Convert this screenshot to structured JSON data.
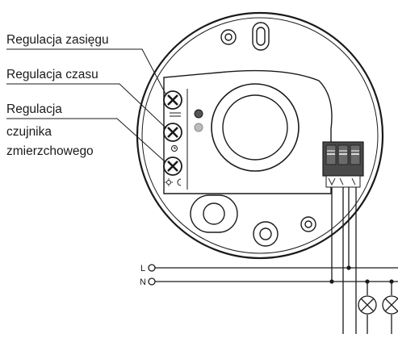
{
  "labels": {
    "range": "Regulacja zasięgu",
    "time": "Regulacja czasu",
    "twilight_line1": "Regulacja",
    "twilight_line2": "czujnika",
    "twilight_line3": "zmierzchowego"
  },
  "terminals": {
    "live": "L",
    "neutral": "N"
  },
  "colors": {
    "stroke": "#1a1a1a",
    "terminal_block": "#4a4a4a",
    "indicator_led_dark": "#555555",
    "indicator_led_light": "#bdbdbd"
  },
  "icons": [
    "range-icon",
    "time-icon",
    "sun-moon-icon",
    "lamp-icon"
  ]
}
